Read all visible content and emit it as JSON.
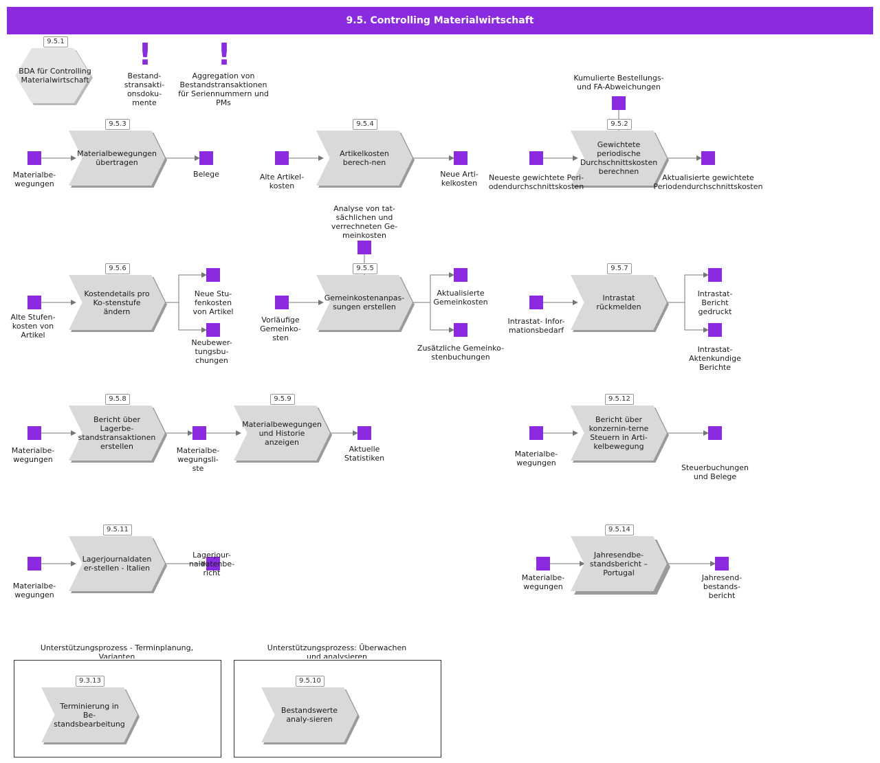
{
  "title": "9.5. Controlling Materialwirtschaft",
  "colors": {
    "accent": "#8a2be2",
    "process": "#d9d9db",
    "hexagon": "#e4e4e4"
  },
  "top": {
    "hex_badge": "9.5.1",
    "hex_label": "BDA für Controlling Materialwirtschaft",
    "warn1_label": "Bestand-stransakti-onsdoku-mente",
    "warn2_label": "Aggregation von Bestandstransaktionen für Seriennummern und PMs"
  },
  "processes": {
    "p953": {
      "badge": "9.5.3",
      "label": "Materialbewegungen übertragen",
      "in": "Materialbe-wegungen",
      "out": "Belege"
    },
    "p954": {
      "badge": "9.5.4",
      "label": "Artikelkosten berech-nen",
      "in": "Alte Artikel-kosten",
      "out": "Neue Arti-kelkosten"
    },
    "p952": {
      "badge": "9.5.2",
      "label": "Gewichtete periodische Durchschnittskosten berechnen",
      "in": "Neueste gewichtete Peri-odendurchschnittskosten",
      "out": "Aktualisierte gewichtete Periodendurchschnittskosten",
      "top": "Kumulierte Bestellungs- und FA-Abweichungen"
    },
    "p956": {
      "badge": "9.5.6",
      "label": "Kostendetails pro Ko-stenstufe ändern",
      "in": "Alte Stufen-kosten von Artikel",
      "out1": "Neue Stu-fenkosten von Artikel",
      "out2": "Neubewer-tungsbu-chungen"
    },
    "p955": {
      "badge": "9.5.5",
      "label": "Gemeinkostenanpas-sungen erstellen",
      "in": "Vorläufige Gemeinko-sten",
      "out1": "Aktualisierte Gemeinkosten",
      "out2": "Zusätzliche Gemeinko-stenbuchungen",
      "top": "Analyse von tat-sächlichen und verrechneten Ge-meinkosten"
    },
    "p957": {
      "badge": "9.5.7",
      "label": "Intrastat rückmelden",
      "in": "Intrastat- Infor-mationsbedarf",
      "out1": "Intrastat-Bericht gedruckt",
      "out2": "Intrastat-Aktenkundige Berichte"
    },
    "p958": {
      "badge": "9.5.8",
      "label": "Bericht über Lagerbe-standstransaktionen erstellen",
      "in": "Materialbe-wegungen",
      "out": "Materialbe-wegungsli-ste"
    },
    "p959": {
      "badge": "9.5.9",
      "label": "Materialbewegungen und Historie anzeigen",
      "out": "Aktuelle Statistiken"
    },
    "p9512": {
      "badge": "9.5.12",
      "label": "Bericht über konzernin-terne Steuern in Arti-kelbewegung",
      "in": "Materialbe-wegungen",
      "out": "Steuerbuchungen und Belege"
    },
    "p9511": {
      "badge": "9.5.11",
      "label": "Lagerjournaldaten er-stellen - Italien",
      "in": "Materialbe-wegungen",
      "out": "Lagerjour-naldatenbe-richt"
    },
    "p9514": {
      "badge": "9.5.14",
      "label": "Jahresendbe-standsbericht – Portugal",
      "in": "Materialbe-wegungen",
      "out": "Jahresend-bestands-bericht"
    }
  },
  "support": {
    "s1": {
      "title": "Unterstützungsprozess - Terminplanung, Varianten",
      "badge": "9.3.13",
      "label": "Terminierung in Be-standsbearbeitung"
    },
    "s2": {
      "title": "Unterstützungsprozess: Überwachen und analysieren",
      "badge": "9.5.10",
      "label": "Bestandswerte analy-sieren"
    }
  }
}
